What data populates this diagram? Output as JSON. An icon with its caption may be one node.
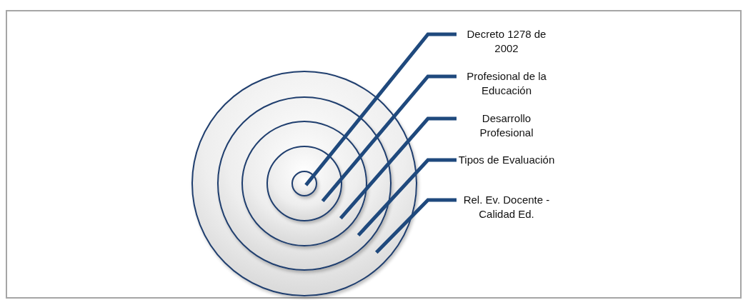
{
  "diagram": {
    "nodes": [
      {
        "text": [],
        "shape": "circle"
      },
      {
        "text": [],
        "shape": "circle",
        "in": 0
      },
      {
        "text": [],
        "shape": "circle",
        "in": 1
      },
      {
        "text": [],
        "shape": "circle",
        "in": 2
      },
      {
        "text": [],
        "shape": "circle",
        "in": 3
      },
      {
        "text": [
          "Decreto 1278 de 2002"
        ]
      },
      {
        "text": [
          "Profesional de la Educación"
        ]
      },
      {
        "text": [
          "Desarrollo Profesional"
        ]
      },
      {
        "text": [
          "Tipos de Evaluación"
        ]
      },
      {
        "text": [
          "Rel. Ev. Docente - Calidad Ed."
        ]
      }
    ],
    "edges": [
      {
        "from": 5,
        "to": 4,
        "arrow": "none"
      },
      {
        "from": 6,
        "to": 3,
        "arrow": "none"
      },
      {
        "from": 7,
        "to": 2,
        "arrow": "none"
      },
      {
        "from": 8,
        "to": 1,
        "arrow": "none"
      },
      {
        "from": 9,
        "to": 0,
        "arrow": "none"
      }
    ]
  }
}
